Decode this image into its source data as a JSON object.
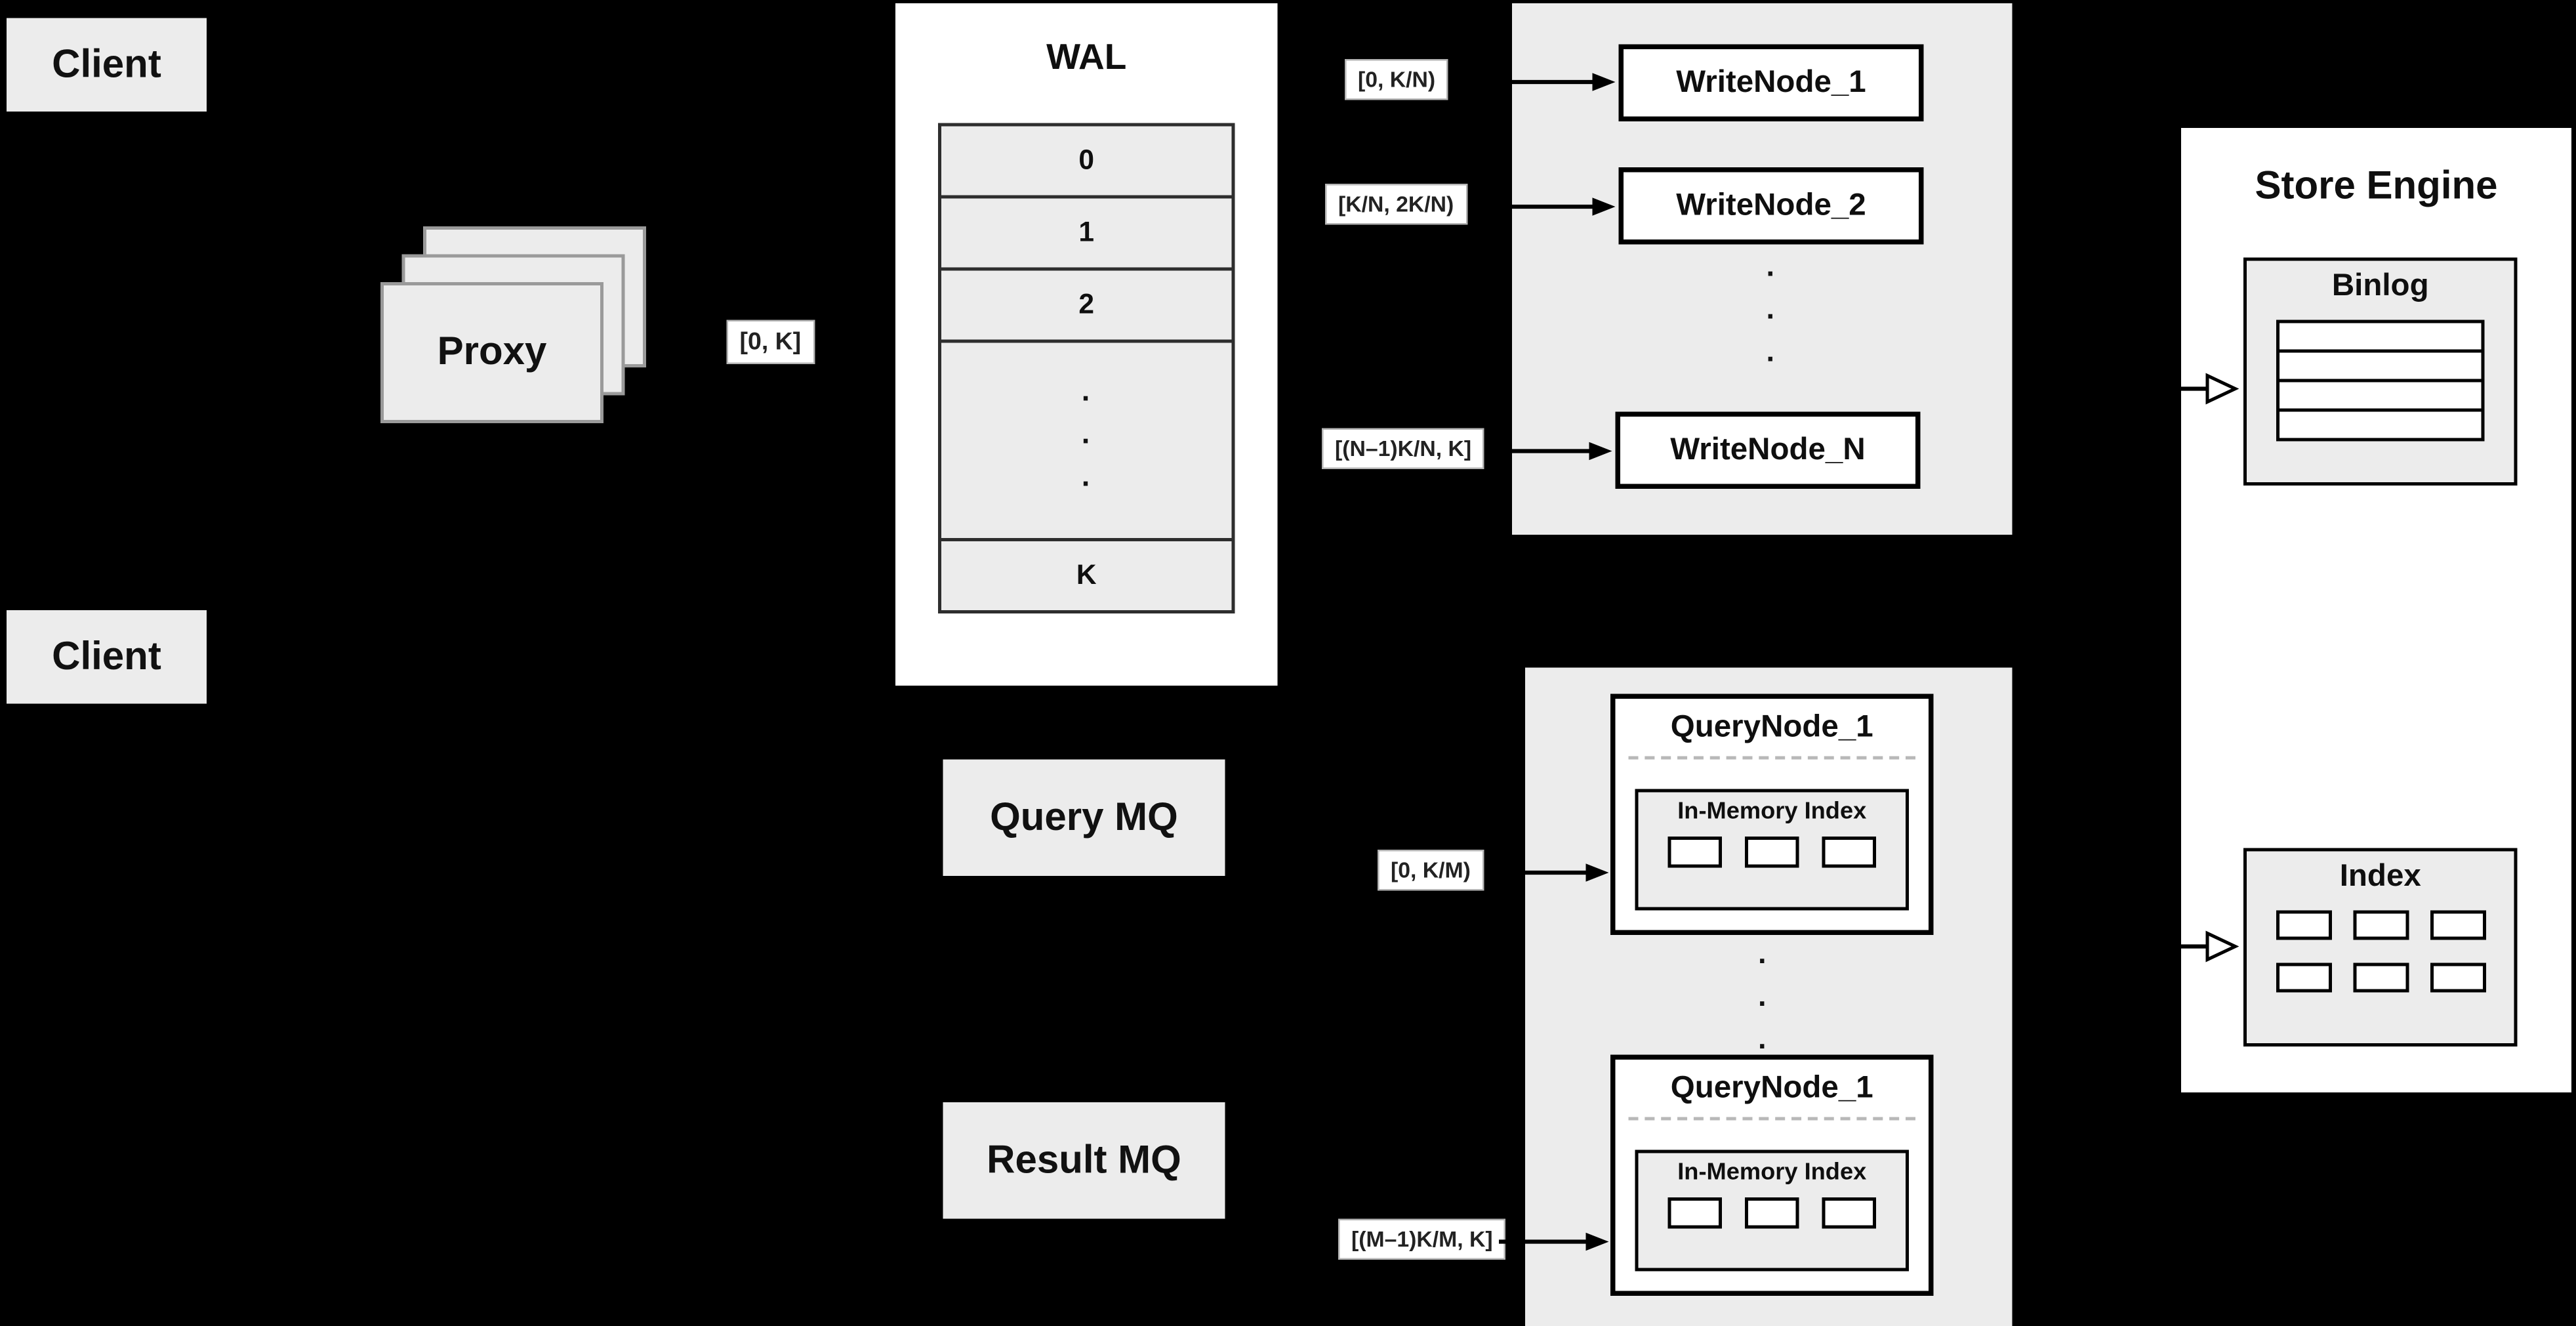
{
  "diagram": {
    "background": "#000000",
    "panel_gray": "#ececec",
    "panel_white": "#ffffff",
    "border_color": "#000000"
  },
  "glyphs": {
    "vertical_dots": "·\n·\n·"
  },
  "clients": {
    "top_label": "Client",
    "bottom_label": "Client"
  },
  "proxy": {
    "label": "Proxy"
  },
  "range_labels": {
    "proxy_out": "[0, K]",
    "write_node_1": "[0, K/N)",
    "write_node_2": "[K/N, 2K/N)",
    "write_node_n": "[(N–1)K/N, K]",
    "query_node_1": "[0, K/M)",
    "query_node_m": "[(M–1)K/M, K]"
  },
  "wal": {
    "title": "WAL",
    "rows": [
      "0",
      "1",
      "2"
    ],
    "last_row": "K"
  },
  "write_nodes": {
    "node_1": "WriteNode_1",
    "node_2": "WriteNode_2",
    "node_n": "WriteNode_N"
  },
  "message_queues": {
    "query_mq": "Query MQ",
    "result_mq": "Result MQ"
  },
  "query_nodes": {
    "top": {
      "title": "QueryNode_1",
      "index_label": "In-Memory Index"
    },
    "bottom": {
      "title": "QueryNode_1",
      "index_label": "In-Memory Index"
    }
  },
  "store_engine": {
    "title": "Store Engine",
    "binlog_title": "Binlog",
    "index_title": "Index"
  }
}
